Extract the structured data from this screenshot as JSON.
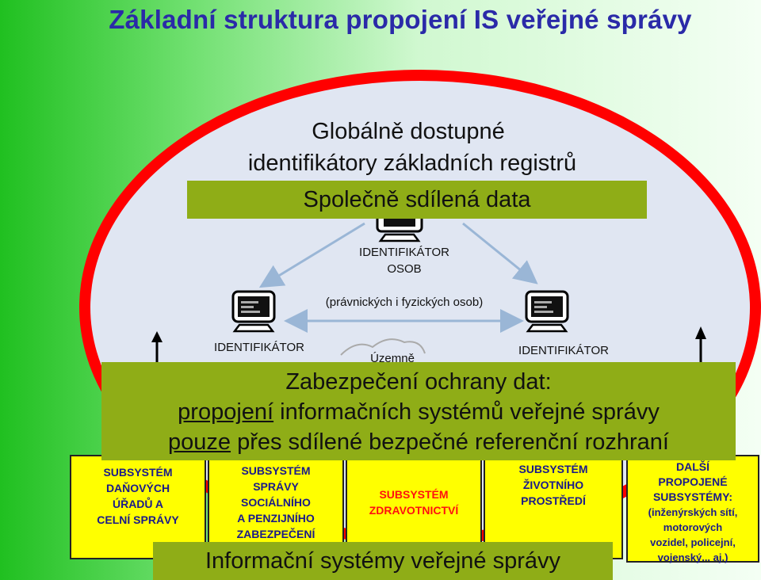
{
  "title": "Základní struktura propojení IS veřejné správy",
  "global_line1": "Globálně dostupné",
  "global_line2": "identifikátory základních registrů",
  "shared_data": "Společně sdílená data",
  "id_persons_line1": "IDENTIFIKÁTOR",
  "id_persons_line2": "OSOB",
  "id_persons_note": "(právnických i fyzických osob)",
  "id_left_partial": "IDENTIFIKÁTOR",
  "territory_partial": "Územně",
  "id_right_partial": "IDENTIFIKÁTOR",
  "protection": {
    "line1": "Zabezpečení ochrany dat:",
    "line2_u": "propojení",
    "line2_rest": " informačních systémů veřejné správy",
    "line3_u": "pouze",
    "line3_rest": " přes sdílené bezpečné referenční rozhraní"
  },
  "subsystems": {
    "tax": [
      "SUBSYSTÉM",
      "DAŇOVÝCH",
      "ÚŘADŮ A",
      "CELNÍ SPRÁVY"
    ],
    "social": [
      "SUBSYSTÉM",
      "SPRÁVY",
      "SOCIÁLNÍHO",
      "A PENZIJNÍHO",
      "ZABEZPEČENÍ"
    ],
    "health": [
      "SUBSYSTÉM",
      "ZDRAVOTNICTVÍ"
    ],
    "env": [
      "SUBSYSTÉM",
      "ŽIVOTNÍHO",
      "PROSTŘEDÍ"
    ],
    "other": [
      "DALŠÍ",
      "PROPOJENÉ",
      "SUBSYSTÉMY:",
      "(inženýrských sítí,",
      "motorových",
      "vozidel, policejní,",
      "vojenský... aj.)"
    ]
  },
  "is_bar": "Informační systémy veřejné správy",
  "colors": {
    "title": "#2a2aa8",
    "ring": "#ff0000",
    "bar": "#8fad17",
    "box": "#ffff00",
    "box_text": "#ff1010"
  },
  "icons": [
    "monitor-icon",
    "arrow-icon",
    "map-icon"
  ]
}
